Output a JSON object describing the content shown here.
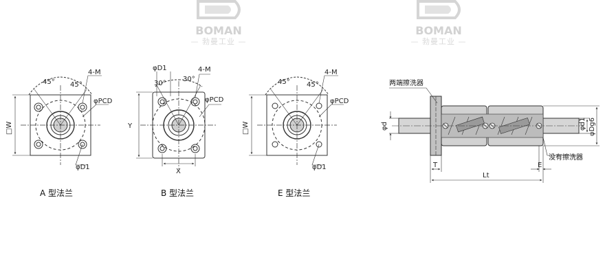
{
  "watermark": {
    "brand": "BOMAN",
    "sub_left": "— ",
    "sub_cn": "勃曼工业",
    "sub_right": " —"
  },
  "flange_a": {
    "caption": "A 型法兰",
    "angle_left": "45°",
    "angle_right": "45°",
    "holes": "4-M",
    "pcd": "φPCD",
    "d1": "φD1",
    "w": "□W"
  },
  "flange_b": {
    "caption": "B 型法兰",
    "d1": "φD1",
    "angle_left": "30°",
    "angle_right": "30°",
    "holes": "4-M",
    "pcd": "φPCD",
    "y": "Y",
    "x": "X"
  },
  "flange_e": {
    "caption": "E 型法兰",
    "angle_left": "45°",
    "angle_right": "45°",
    "holes": "4-M",
    "pcd": "φPCD",
    "d1": "φD1",
    "w": "□W"
  },
  "side_view": {
    "wiper_both": "两端擦洗器",
    "no_wiper": "没有擦洗器",
    "d": "φd",
    "d1": "φd1",
    "dg6": "φDg6",
    "t": "T",
    "e": "E",
    "lt": "Lt"
  },
  "colors": {
    "line": "#333333",
    "body_fill": "#cfcfcf",
    "body_dark": "#8a8a8a",
    "watermark": "#d2d2d2"
  }
}
